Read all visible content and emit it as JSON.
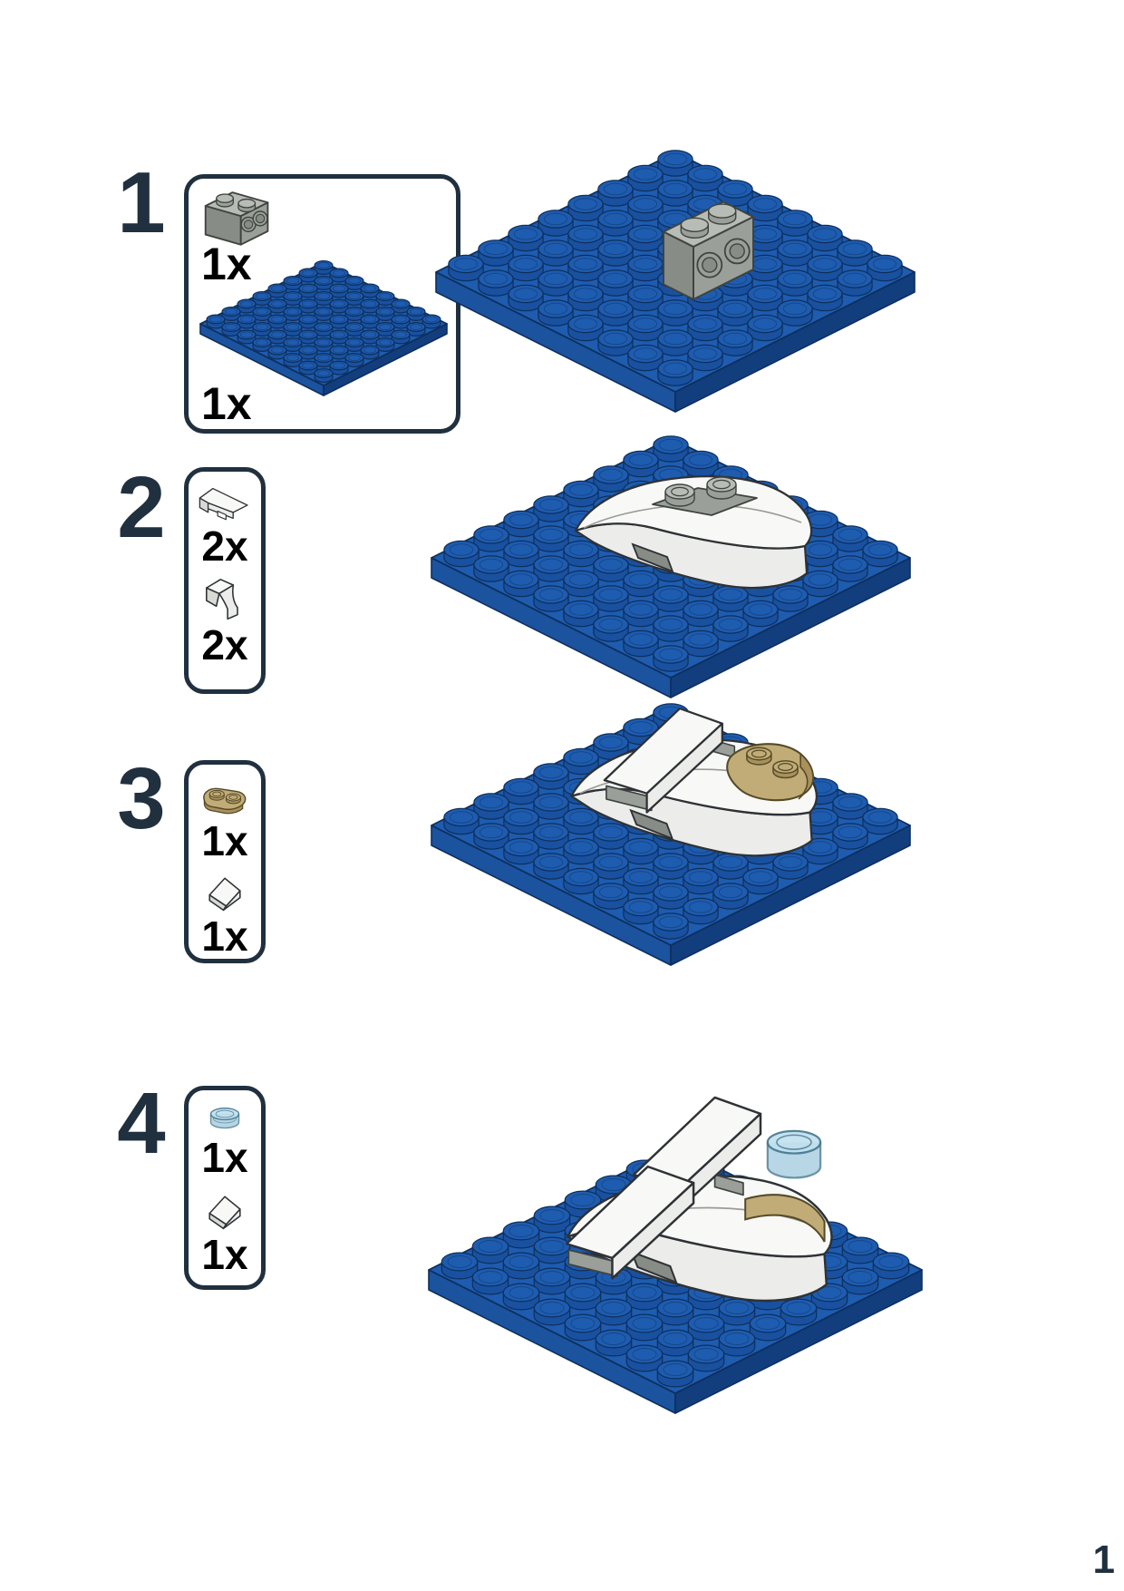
{
  "page": {
    "number": "1"
  },
  "colors": {
    "step_number": "#20303f",
    "box_border": "#20303f",
    "count_text": "#000000",
    "blue_top": "#1e5cb0",
    "blue_side_left": "#1b539f",
    "blue_side_right": "#123e7e",
    "blue_stud_side": "#1951a0",
    "blue_outline": "#0e2f5c",
    "gray_top": "#b7bcb6",
    "gray_front": "#9aa099",
    "gray_side": "#878d86",
    "gray_outline": "#3f443f",
    "white_top": "#f8f8f6",
    "white_front": "#ececea",
    "white_side": "#d9d9d5",
    "white_outline": "#2e3236",
    "tan_top": "#c1ac77",
    "tan_front": "#a8915c",
    "tan_outline": "#554a28",
    "trans_blue": "#a3cbdf",
    "trans_blue_light": "#c2e0ee",
    "trans_blue_outline": "#44768e"
  },
  "steps": [
    {
      "number": "1",
      "depicts": "gray 1x2 brick with side studs placed on blue 8x8 plate",
      "parts": [
        {
          "name": "brick-1x2-with-studs-on-side-gray",
          "icon": "brickGray",
          "count": "1x"
        },
        {
          "name": "plate-8x8-blue",
          "icon": "plate8",
          "count": "1x"
        }
      ]
    },
    {
      "number": "2",
      "depicts": "white boat hull slopes added around gray brick on blue plate",
      "parts": [
        {
          "name": "slope-1x2-white",
          "icon": "slope12",
          "count": "2x"
        },
        {
          "name": "slope-curved-1x1-white",
          "icon": "slopeCurved",
          "count": "2x"
        }
      ]
    },
    {
      "number": "3",
      "depicts": "white slope cabin and dark tan rounded plate stern added to boat",
      "parts": [
        {
          "name": "plate-1x2-rounded-dark-tan",
          "icon": "tanPlate",
          "count": "1x"
        },
        {
          "name": "slope-1x1-white",
          "icon": "slope11",
          "count": "1x"
        }
      ]
    },
    {
      "number": "4",
      "depicts": "second white slope and trans-light-blue round tile added to boat stern",
      "parts": [
        {
          "name": "round-tile-1x1-trans-light-blue",
          "icon": "roundBlue",
          "count": "1x"
        },
        {
          "name": "slope-1x1-white",
          "icon": "slope11",
          "count": "1x"
        }
      ]
    }
  ]
}
